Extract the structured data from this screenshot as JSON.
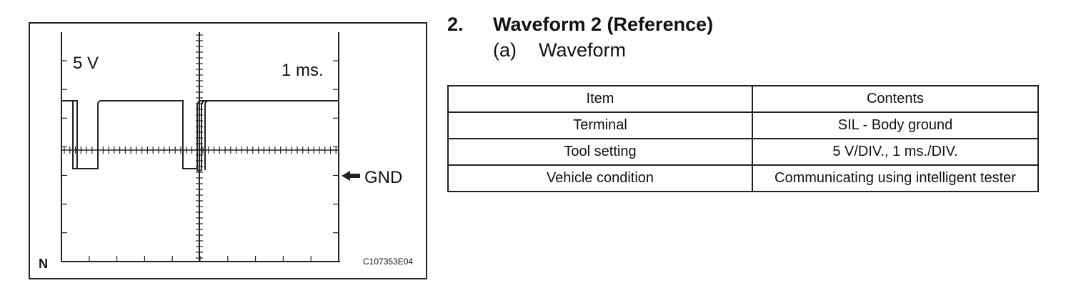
{
  "heading": {
    "number": "2.",
    "title": "Waveform 2 (Reference)"
  },
  "subheading": {
    "number": "(a)",
    "title": "Waveform"
  },
  "figure": {
    "voltage_label": "5 V",
    "time_label": "1 ms.",
    "gnd_label": "GND",
    "corner_label": "N",
    "code": "C107353E04",
    "gnd_arrow_icon": "left-arrow-icon"
  },
  "table": {
    "headers": [
      "Item",
      "Contents"
    ],
    "rows": [
      [
        "Terminal",
        "SIL - Body ground"
      ],
      [
        "Tool setting",
        "5 V/DIV., 1 ms./DIV."
      ],
      [
        "Vehicle condition",
        "Communicating using intelligent tester"
      ]
    ]
  }
}
